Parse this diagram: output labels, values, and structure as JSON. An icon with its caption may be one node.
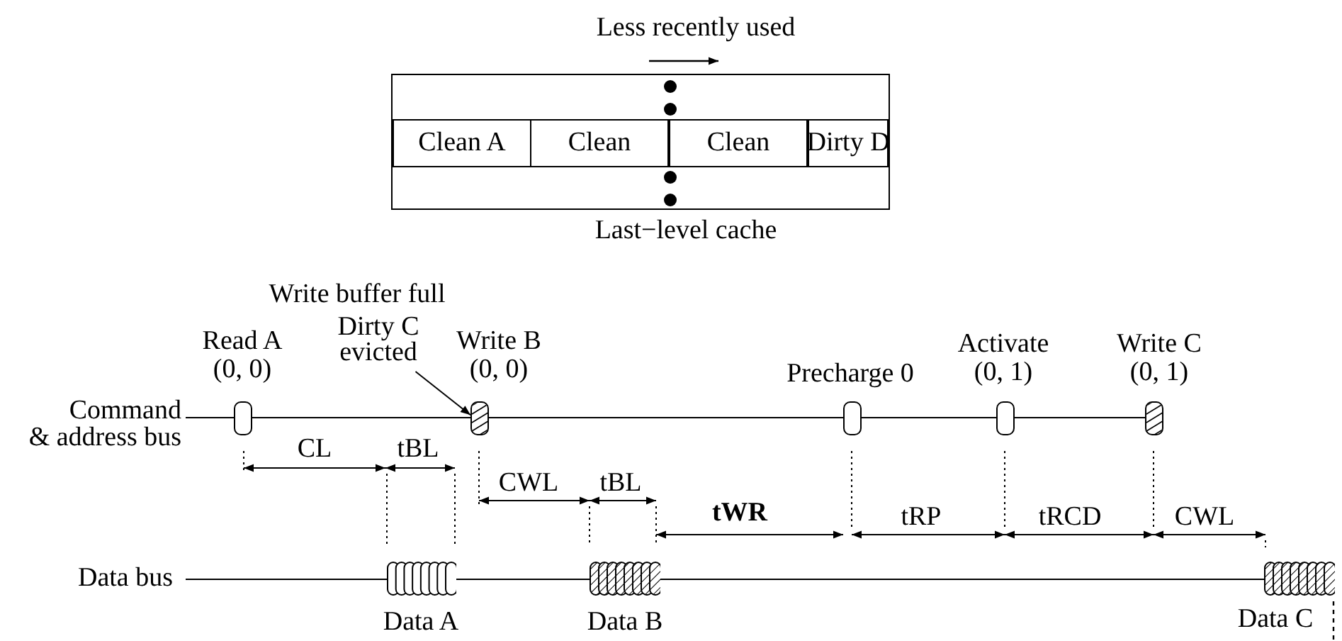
{
  "diagram": {
    "nodes": [
      {
        "text": [],
        "shape": "box",
        "beside": [
          "Last−level cache"
        ]
      },
      {
        "text": [
          "Clean A"
        ],
        "in": 0
      },
      {
        "text": [
          "Clean"
        ],
        "in": 0
      },
      {
        "text": [
          "Clean"
        ],
        "in": 0
      },
      {
        "text": [
          "Dirty D"
        ],
        "in": 0
      },
      {
        "text": [],
        "shape": "box",
        "beside": [
          "Read A (0, 0)"
        ]
      },
      {
        "text": [],
        "shape": "box",
        "beside": [
          "Write B (0, 0)"
        ]
      },
      {
        "text": [
          "Dirty C evicted"
        ]
      },
      {
        "text": [],
        "shape": "box",
        "beside": [
          "Precharge 0"
        ]
      },
      {
        "text": [],
        "shape": "box",
        "beside": [
          "Activate (0, 1)"
        ]
      },
      {
        "text": [],
        "shape": "box",
        "beside": [
          "Write C (0, 1)"
        ]
      },
      {
        "text": [],
        "shape": "box",
        "beside": [
          "Data A"
        ]
      },
      {
        "text": [],
        "shape": "box",
        "beside": [
          "Data B"
        ]
      },
      {
        "text": [],
        "shape": "box",
        "beside": [
          "Data C"
        ]
      }
    ],
    "edges": [
      {
        "from": 7,
        "to": 6,
        "arrow": "to"
      }
    ],
    "labels": [
      "Less recently used",
      "Write buffer full",
      "Command",
      "& address bus",
      "Data bus",
      "CL",
      "tBL",
      "CWL",
      "tBL",
      "tWR",
      "tRP",
      "tRCD",
      "CWL"
    ]
  }
}
